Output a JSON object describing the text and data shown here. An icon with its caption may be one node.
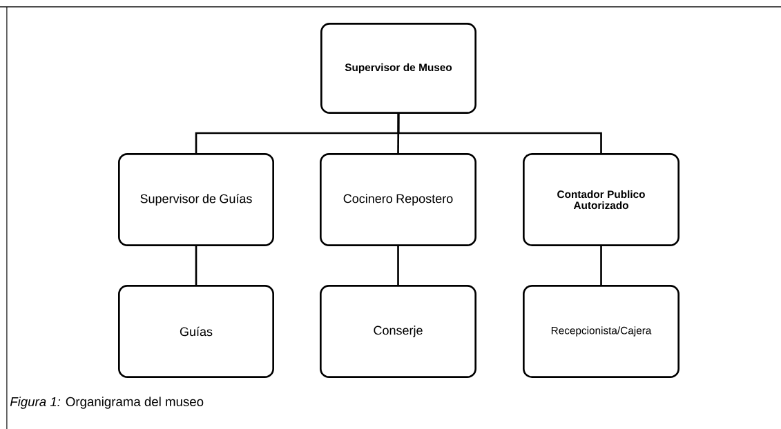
{
  "diagram": {
    "caption": "*Figura 1:* Organigrama del museo",
    "nodes": [
      {
        "text": [
          "Supervisor de Museo"
        ]
      },
      {
        "text": [
          "Supervisor de Guías"
        ]
      },
      {
        "text": [
          "Cocinero Repostero"
        ]
      },
      {
        "text": [
          "Contador Publico Autorizado"
        ]
      },
      {
        "text": [
          "Guías"
        ]
      },
      {
        "text": [
          "Conserje"
        ]
      },
      {
        "text": [
          "Recepcionista/Cajera"
        ]
      }
    ],
    "edges": [
      {
        "from": 0,
        "to": 1,
        "arrow": "none"
      },
      {
        "from": 0,
        "to": 2,
        "arrow": "none"
      },
      {
        "from": 0,
        "to": 3,
        "arrow": "none"
      },
      {
        "from": 1,
        "to": 4,
        "arrow": "none"
      },
      {
        "from": 2,
        "to": 5,
        "arrow": "none"
      },
      {
        "from": 3,
        "to": 6,
        "arrow": "none"
      }
    ]
  }
}
